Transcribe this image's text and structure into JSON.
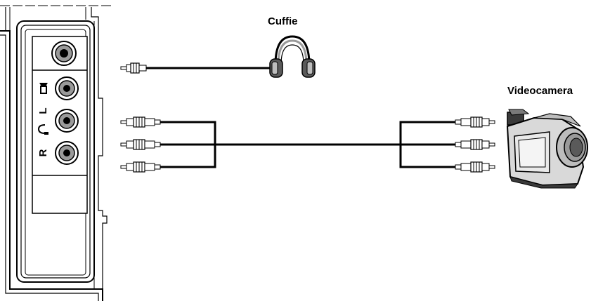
{
  "labels": {
    "headphones": "Cuffie",
    "camcorder": "Videocamera"
  },
  "panel_markings": {
    "headphone_jack_icon": "headphone-symbol",
    "left_label": "L",
    "right_label": "R"
  },
  "colors": {
    "line": "#000000",
    "background": "#ffffff",
    "camera_body": "#d9d9d9",
    "camera_dark": "#3a3a3a",
    "jack_grey": "#9a9a9a"
  },
  "icons": [
    "headphones-icon",
    "camcorder-icon",
    "rca-plug-icon",
    "minijack-plug-icon"
  ]
}
